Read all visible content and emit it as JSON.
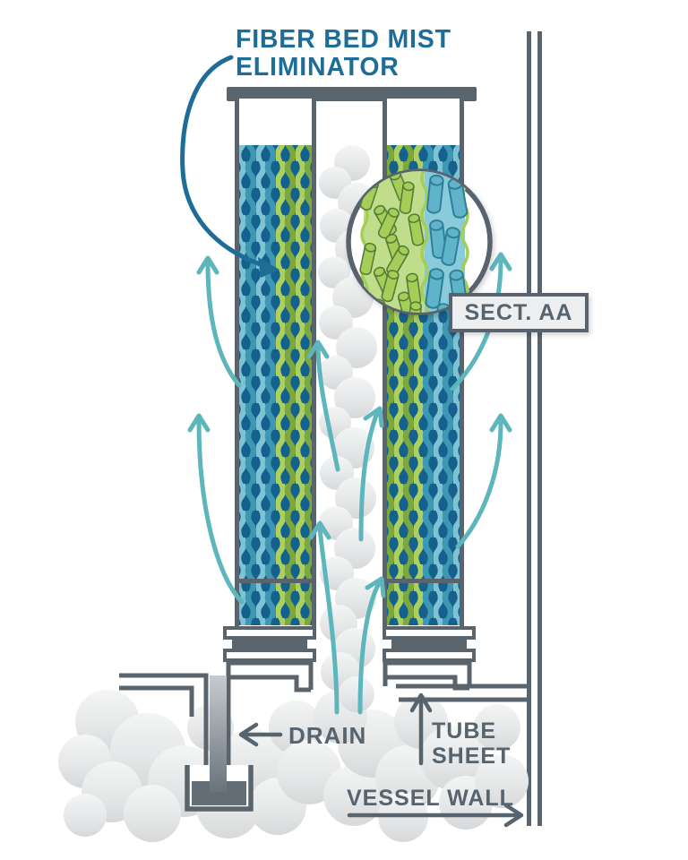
{
  "diagram": {
    "title": {
      "line1": "FIBER BED MIST",
      "line2": "ELIMINATOR"
    },
    "labels": {
      "section": "SECT. AA",
      "drain": "DRAIN",
      "tube_sheet_line1": "TUBE",
      "tube_sheet_line2": "SHEET",
      "vessel_wall": "VESSEL WALL"
    },
    "colors": {
      "title_blue": "#1D6D98",
      "structure_gray": "#59646D",
      "label_gray": "#57636D",
      "flow_teal": "#5EB6BD",
      "fiber_background_blue": "#15618D",
      "fiber_light_blue": "#7FC2D4",
      "fiber_dark_teal": "#3F98B3",
      "fiber_light_green": "#ABD05F",
      "fiber_olive_green": "#7CA83E",
      "cloud_light": "#F3F4F4",
      "cloud_dark": "#D9DBDC",
      "label_box_fill": "#EDEEEF"
    }
  }
}
